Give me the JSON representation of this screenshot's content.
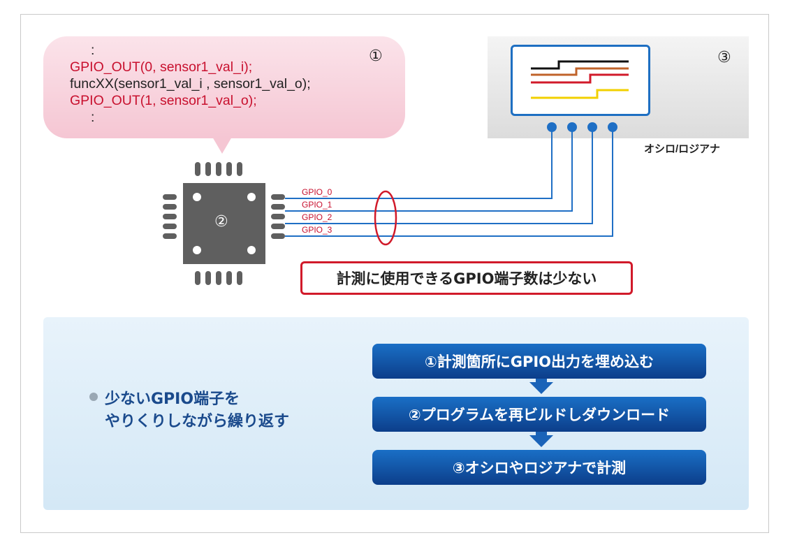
{
  "code_bubble": {
    "dots_top": ":",
    "line1": "GPIO_OUT(0, sensor1_val_i);",
    "line2": "funcXX(sensor1_val_i , sensor1_val_o);",
    "line3": "GPIO_OUT(1, sensor1_val_o);",
    "dots_bottom": ":",
    "number": "①"
  },
  "chip": {
    "number": "②"
  },
  "oscilloscope": {
    "number": "③",
    "label": "オシロ/ロジアナ",
    "trace_colors": [
      "#111111",
      "#c0632a",
      "#d11a2a",
      "#f2d000"
    ]
  },
  "gpio_lines": [
    {
      "label": "GPIO_0",
      "color": "#1f6fc5"
    },
    {
      "label": "GPIO_1",
      "color": "#1f6fc5"
    },
    {
      "label": "GPIO_2",
      "color": "#1f6fc5"
    },
    {
      "label": "GPIO_3",
      "color": "#1f6fc5"
    }
  ],
  "warning": "計測に使用できるGPIO端子数は少ない",
  "summary": {
    "line1": "少ないGPIO端子を",
    "line2": "やりくりしながら繰り返す"
  },
  "steps": [
    "①計測箇所にGPIO出力を埋め込む",
    "②プログラムを再ビルドしダウンロード",
    "③オシロやロジアナで計測"
  ],
  "colors": {
    "accent_red": "#c8102e",
    "accent_blue": "#1a6fc6",
    "panel_bg": "#d4e8f6",
    "chip_gray": "#5f5f5f"
  }
}
